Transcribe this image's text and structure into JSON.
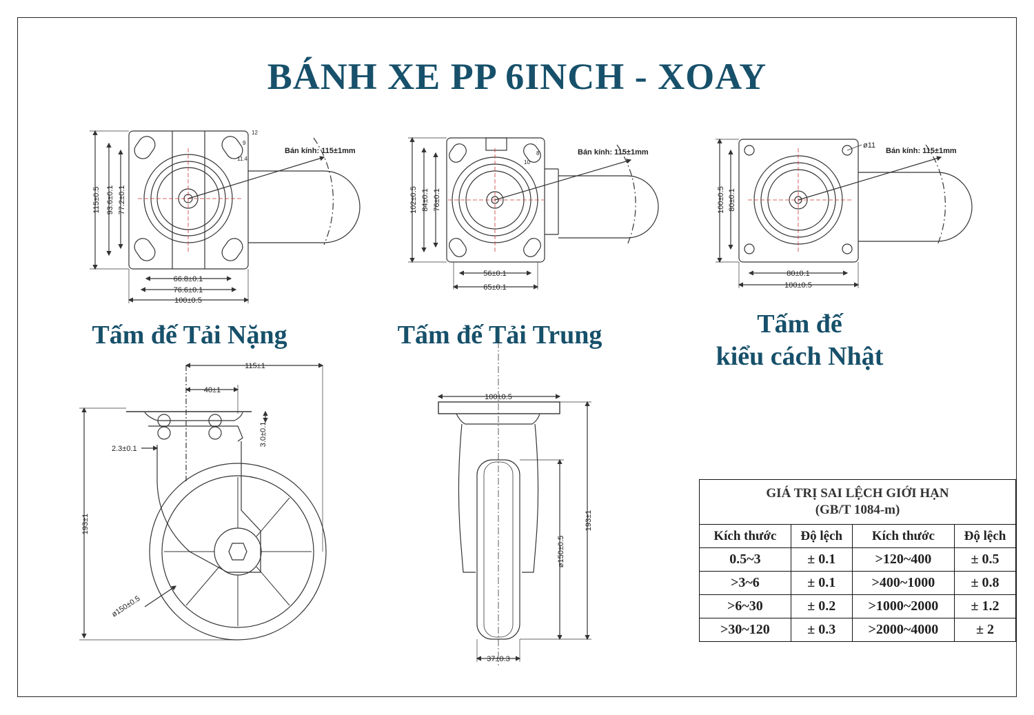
{
  "title": "BÁNH XE PP 6INCH - XOAY",
  "captions": {
    "heavy": "Tấm đế Tải Nặng",
    "medium": "Tấm đế Tải Trung",
    "japan_line1": "Tấm đế",
    "japan_line2": "kiểu cách Nhật"
  },
  "radius_note": "Bán kính: 115±1mm",
  "dims": {
    "heavy": {
      "h1": "115±0.5",
      "h2": "93.6±0.1",
      "h3": "77.2±0.1",
      "w1": "66.8±0.1",
      "w2": "76.6±0.1",
      "w3": "100±0.5",
      "slot_a": "9",
      "slot_b": "11.4",
      "slot_c": "12"
    },
    "medium": {
      "h1": "102±0.5",
      "h2": "84±0.1",
      "h3": "76±0.1",
      "w1": "56±0.1",
      "w2": "65±0.1",
      "slot_a": "8",
      "slot_b": "10"
    },
    "japan": {
      "h1": "100±0.5",
      "h2": "80±0.1",
      "w1": "80±0.1",
      "w2": "100±0.5",
      "hole": "ø11"
    },
    "side": {
      "top": "115±1",
      "offset": "40±1",
      "plate": "3.0±0.1",
      "gap": "2.3±0.1",
      "height": "193±1",
      "diameter": "ø150±0.5"
    },
    "front": {
      "top": "100±0.5",
      "diameter": "ø150±0.5",
      "height": "193±1",
      "width": "37±0.3"
    }
  },
  "tolerance_table": {
    "title": "GIÁ TRỊ SAI LỆCH GIỚI HẠN",
    "subtitle": "(GB/T 1084-m)",
    "headers": [
      "Kích thước",
      "Độ lệch",
      "Kích thước",
      "Độ lệch"
    ],
    "rows": [
      [
        "0.5~3",
        "± 0.1",
        ">120~400",
        "± 0.5"
      ],
      [
        ">3~6",
        "± 0.1",
        ">400~1000",
        "± 0.8"
      ],
      [
        ">6~30",
        "± 0.2",
        ">1000~2000",
        "± 1.2"
      ],
      [
        ">30~120",
        "± 0.3",
        ">2000~4000",
        "±  2"
      ]
    ]
  }
}
